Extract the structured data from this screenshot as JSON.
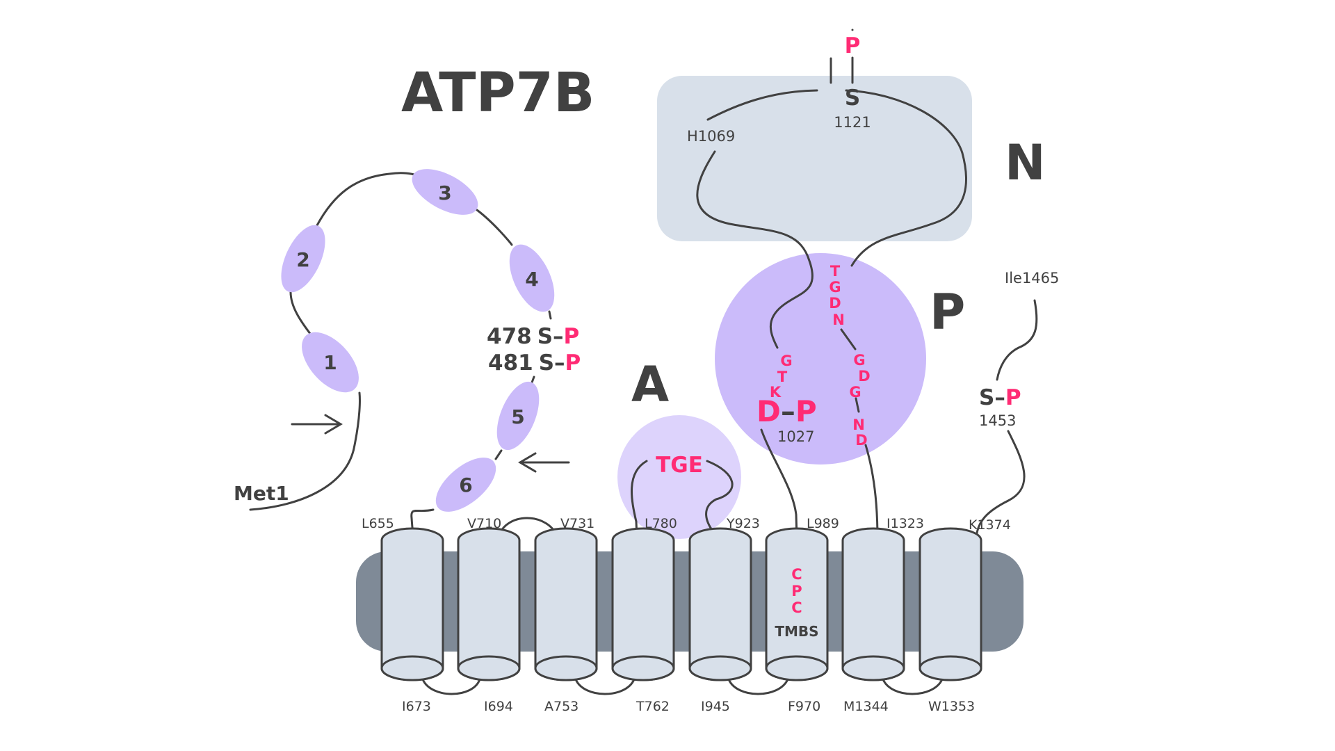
{
  "title": "ATP7B",
  "colors": {
    "text_dark": "#414141",
    "accent_pink": "#FF2B74",
    "n_domain_fill": "#D8E0EA",
    "p_domain_fill": "#CBBBFA",
    "a_domain_fill": "#DDD3FC",
    "mbd_fill": "#CBBBFA",
    "membrane_fill": "#7F8A97",
    "helix_fill": "#D8E0EA"
  },
  "domains": {
    "n": {
      "label": "N"
    },
    "p": {
      "label": "P"
    },
    "a": {
      "label": "A"
    }
  },
  "n_domain": {
    "phospho_p": "P",
    "serine": "S",
    "serine_number": "1121",
    "h_residue": "H1069"
  },
  "p_domain": {
    "left_motif": [
      "G",
      "T",
      "K"
    ],
    "dp_d": "D",
    "dp_dash": "–",
    "dp_p": "P",
    "dp_number": "1027",
    "right_motif_top": [
      "T",
      "G",
      "D",
      "N"
    ],
    "right_motif_bottom": [
      "G",
      "D",
      "G",
      "N",
      "D"
    ]
  },
  "a_domain": {
    "motif": "TGE"
  },
  "c_terminus": {
    "end_residue": "Ile1465",
    "serine": "S",
    "dash": "–",
    "phospho_p": "P",
    "serine_number": "1453"
  },
  "mbd": {
    "items": [
      "1",
      "2",
      "3",
      "4",
      "5",
      "6"
    ],
    "sites": [
      {
        "number": "478",
        "residue": "S",
        "dash": "–",
        "phospho": "P"
      },
      {
        "number": "481",
        "residue": "S",
        "dash": "–",
        "phospho": "P"
      }
    ],
    "n_terminus": "Met1"
  },
  "membrane": {
    "tmbs_motif": [
      "C",
      "P",
      "C"
    ],
    "tmbs_label": "TMBS",
    "top_residues": [
      "L655",
      "V710",
      "V731",
      "L780",
      "Y923",
      "L989",
      "I1323",
      "K1374"
    ],
    "bottom_residues": [
      "I673",
      "I694",
      "A753",
      "T762",
      "I945",
      "F970",
      "M1344",
      "W1353"
    ]
  }
}
